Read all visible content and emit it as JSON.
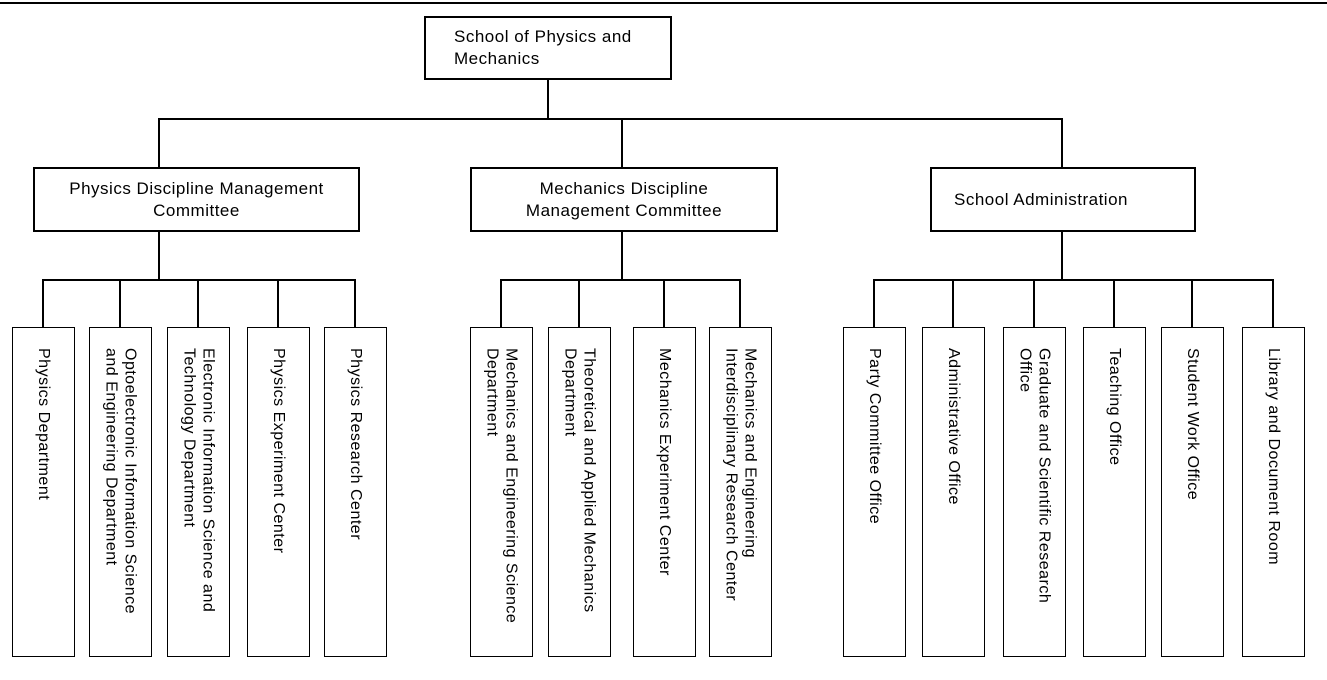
{
  "chart": {
    "root": {
      "label": [
        "School of Physics and",
        "Mechanics"
      ]
    },
    "branches": [
      {
        "label": [
          "Physics Discipline Management",
          "Committee"
        ],
        "children": [
          {
            "label": [
              "Physics Department"
            ]
          },
          {
            "label": [
              "Optoelectronic Information Science",
              "and Engineering Department"
            ]
          },
          {
            "label": [
              "Electronic Information Science and",
              "Technology Department"
            ]
          },
          {
            "label": [
              "Physics Experiment Center"
            ]
          },
          {
            "label": [
              "Physics Research Center"
            ]
          }
        ]
      },
      {
        "label": [
          "Mechanics Discipline",
          "Management Committee"
        ],
        "children": [
          {
            "label": [
              "Mechanics and Engineering Science",
              "Department"
            ]
          },
          {
            "label": [
              "Theoretical and Applied Mechanics",
              "Department"
            ]
          },
          {
            "label": [
              "Mechanics Experiment Center"
            ]
          },
          {
            "label": [
              "Mechanics and Engineering",
              "Interdisciplinary Research Center"
            ]
          }
        ]
      },
      {
        "label": [
          "School Administration"
        ],
        "children": [
          {
            "label": [
              "Party Committee Office"
            ]
          },
          {
            "label": [
              "Administrative Office"
            ]
          },
          {
            "label": [
              "Graduate and Scientific Research",
              "Office"
            ]
          },
          {
            "label": [
              "Teaching Office"
            ]
          },
          {
            "label": [
              "Student Work Office"
            ]
          },
          {
            "label": [
              "Library and Document Room"
            ]
          }
        ]
      }
    ],
    "colors": {
      "line": "#000000",
      "background": "#ffffff",
      "text": "#000000"
    }
  }
}
